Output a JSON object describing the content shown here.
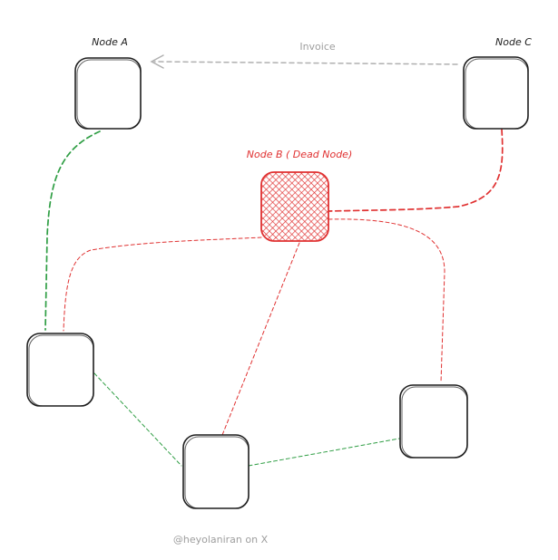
{
  "nodes": {
    "node_a": {
      "label": "Node A"
    },
    "node_b": {
      "label": "Node B ( Dead Node)"
    },
    "node_c": {
      "label": "Node C"
    }
  },
  "edges": {
    "invoice": {
      "label": "Invoice"
    }
  },
  "footer": {
    "credit": "@heyolaniran on X"
  },
  "colors": {
    "dead": "#e03131",
    "healthy": "#2f9e44",
    "invoice": "#b0b0b0",
    "stroke": "#1e1e1e"
  }
}
